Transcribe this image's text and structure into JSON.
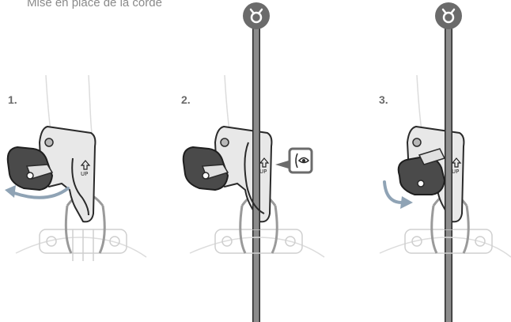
{
  "title": "Mise en place de la corde",
  "steps": [
    {
      "number": "1.",
      "up_label": "UP"
    },
    {
      "number": "2.",
      "up_label": "UP"
    },
    {
      "number": "3.",
      "up_label": "UP"
    }
  ],
  "colors": {
    "rope": "#8c8c8c",
    "rope_outline": "#2a2a2a",
    "device_body": "#e8e8e8",
    "cam": "#4a4a4a",
    "badge": "#6b6b6b",
    "arrow": "#8fa3b5"
  },
  "icons": [
    "anchor-badge-icon",
    "eye-check-icon",
    "up-arrow-icon",
    "rotation-arrow-icon"
  ]
}
